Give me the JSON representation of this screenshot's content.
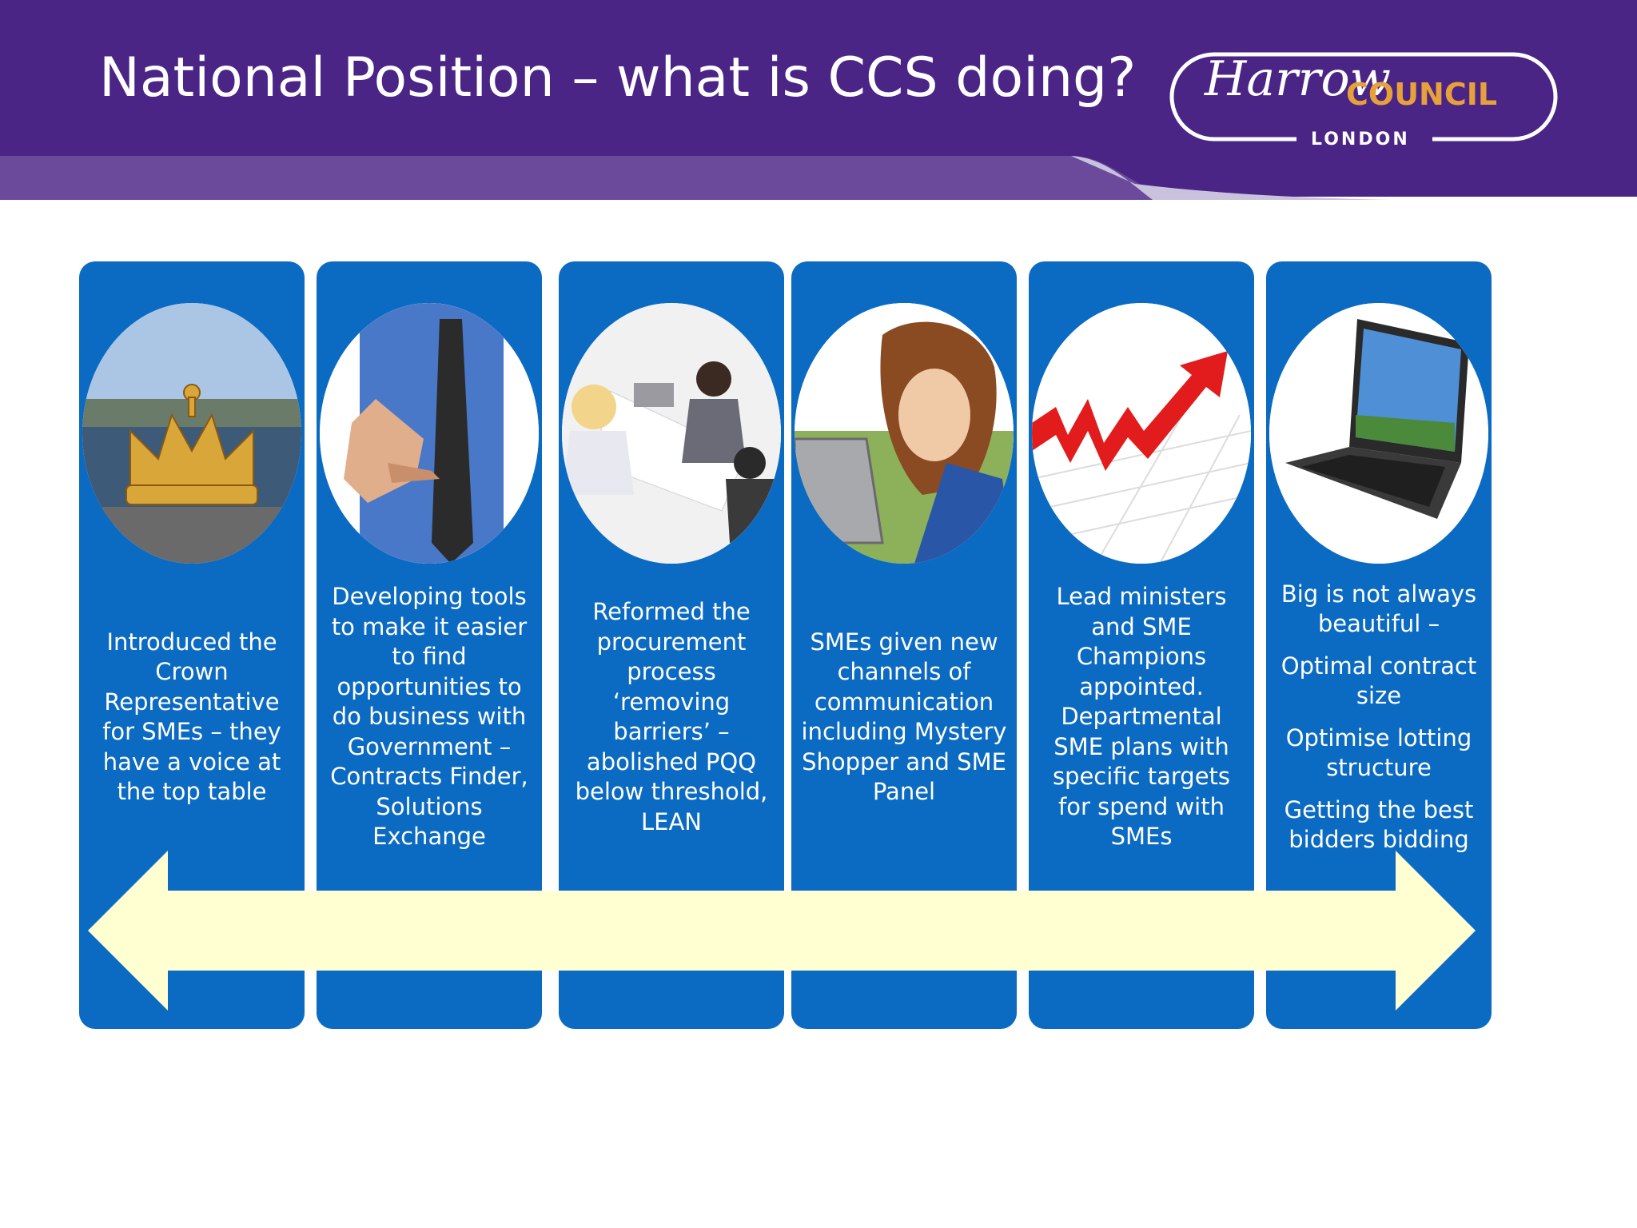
{
  "slide": {
    "title": "National Position – what is CCS doing?",
    "colors": {
      "header_purple": "#4b2586",
      "panel_blue": "#0b6ac2",
      "arrow_fill": "#ffffd2"
    }
  },
  "logo": {
    "script_text": "Harrow",
    "council_text": "COUNCIL",
    "city_text": "LONDON"
  },
  "panels": [
    {
      "image": "crown-photo",
      "paragraphs": [
        "Introduced the Crown Representative for SMEs – they have a voice at the top table"
      ]
    },
    {
      "image": "handshake-photo",
      "paragraphs": [
        "Developing tools to make it easier to find opportunities to do business with Government – Contracts Finder, Solutions Exchange"
      ]
    },
    {
      "image": "meeting-photo",
      "paragraphs": [
        "Reformed the procurement process ‘removing barriers’ – abolished PQQ below threshold, LEAN"
      ]
    },
    {
      "image": "laptop-woman-photo",
      "paragraphs": [
        "SMEs given new channels of communication including Mystery Shopper and SME Panel"
      ]
    },
    {
      "image": "growth-arrow-photo",
      "paragraphs": [
        "Lead ministers and SME Champions appointed. Departmental SME plans with specific targets for spend with SMEs"
      ]
    },
    {
      "image": "laptop-photo",
      "paragraphs": [
        "Big is not always beautiful –",
        "Optimal contract size",
        "Optimise lotting structure",
        "Getting the best bidders bidding"
      ]
    }
  ]
}
